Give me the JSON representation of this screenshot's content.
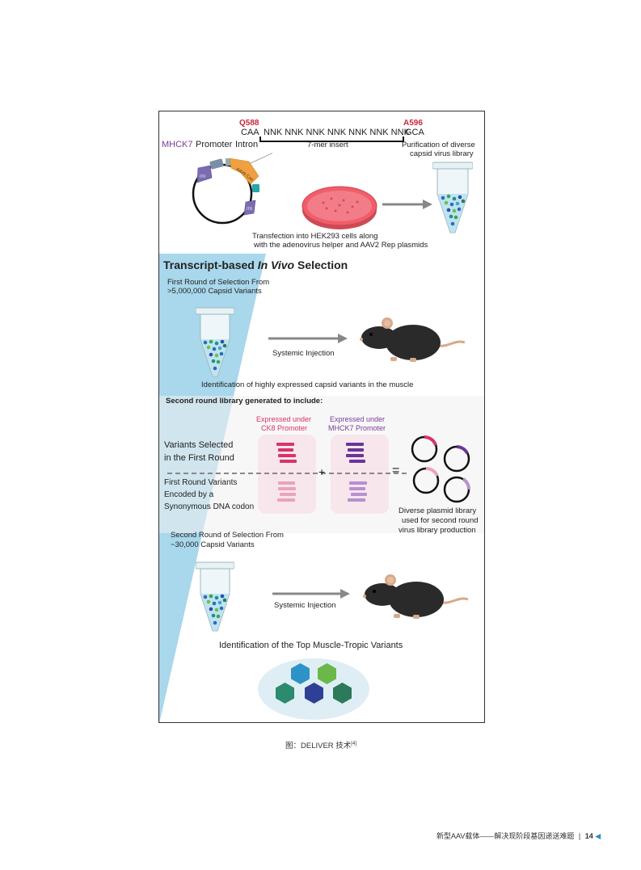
{
  "plasmid": {
    "q588": "Q588",
    "a596": "A596",
    "caa": "CAA",
    "gca": "GCA",
    "nnk_seq": "NNK NNK NNK NNK NNK NNK NNK",
    "insert_label": "7-mer insert",
    "mhck7": "MHCK7",
    "promoter": "Promoter",
    "intron": "Intron",
    "itr": "ITR",
    "aav9cap": "AAV9 Cap",
    "purification_line1": "Purification of diverse",
    "purification_line2": "capsid virus library",
    "transfection_line1": "Transfection into HEK293 cells along",
    "transfection_line2": "with the adenovirus helper and AAV2 Rep plasmids"
  },
  "selection": {
    "title_part1": "Transcript-based ",
    "title_italic": "In Vivo",
    "title_part2": " Selection",
    "first_round_line1": "First Round of Selection From",
    "first_round_line2": ">5,000,000 Capsid Variants",
    "systemic_injection_1": "Systemic Injection",
    "identification_1": "Identification of highly expressed capsid variants in the muscle",
    "second_round_lib": "Second round library generated to include:",
    "ck8_line1": "Expressed under",
    "ck8_line2": "CK8 Promoter",
    "mhck7_line1": "Expressed under",
    "mhck7_line2": "MHCK7 Promoter",
    "variants_selected_line1": "Variants Selected",
    "variants_selected_line2": "in the First Round",
    "first_round_variants_line1": "First Round Variants",
    "first_round_variants_line2": "Encoded by a",
    "first_round_variants_line3": "Synonymous DNA codon",
    "plus": "+",
    "equals": "=",
    "diverse_line1": "Diverse plasmid library",
    "diverse_line2": "used for second round",
    "diverse_line3": "virus library production",
    "second_round_line1": "Second Round of Selection From",
    "second_round_line2": "~30,000 Capsid Variants",
    "systemic_injection_2": "Systemic Injection",
    "identification_2": "Identification of the Top Muscle-Tropic Variants"
  },
  "caption": "图：DELIVER 技术",
  "caption_ref": "[4]",
  "footer": {
    "text": "新型AAV载体——解决现阶段基因递送难题",
    "page": "14"
  },
  "colors": {
    "pink": "#d8336d",
    "purple": "#6a3597",
    "light_blue": "#a9d7ec",
    "red": "#c8283c"
  }
}
